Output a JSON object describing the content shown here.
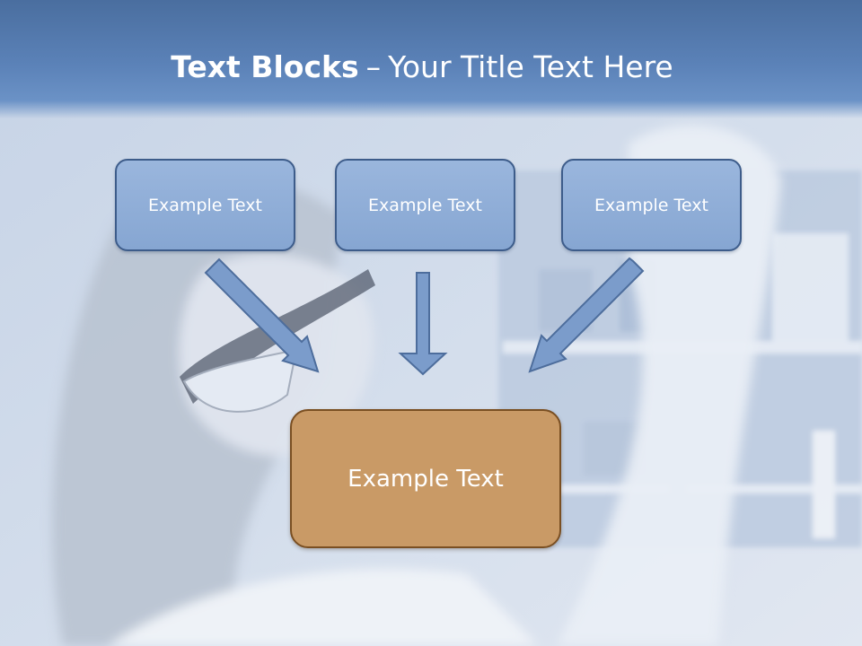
{
  "slide": {
    "title_bold": "Text Blocks",
    "title_separator": "–",
    "title_rest": "Your Title Text Here"
  },
  "diagram": {
    "top_boxes": [
      {
        "label": "Example Text"
      },
      {
        "label": "Example Text"
      },
      {
        "label": "Example Text"
      }
    ],
    "target_box": {
      "label": "Example Text"
    }
  },
  "colors": {
    "title_band": "#5b82b8",
    "top_box_fill": "#8fadd7",
    "top_box_border": "#3d5c8a",
    "target_box_fill": "#c99a66",
    "target_box_border": "#7a4f22",
    "arrow_fill": "#7b9ccb"
  }
}
